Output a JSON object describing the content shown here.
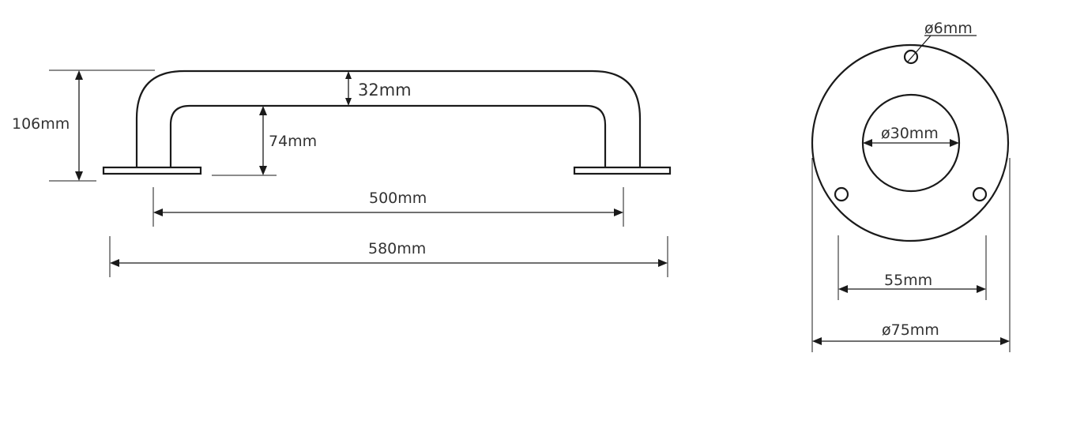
{
  "side_view": {
    "overall_height_label": "106mm",
    "tube_diameter_label": "32mm",
    "inner_height_label": "74mm",
    "center_distance_label": "500mm",
    "overall_length_label": "580mm"
  },
  "flange_view": {
    "screw_hole_label": "ø6mm",
    "inner_diameter_label": "ø30mm",
    "hole_spacing_label": "55mm",
    "outer_diameter_label": "ø75mm"
  },
  "colors": {
    "line": "#1a1a1a",
    "text": "#333333",
    "background": "#ffffff"
  }
}
